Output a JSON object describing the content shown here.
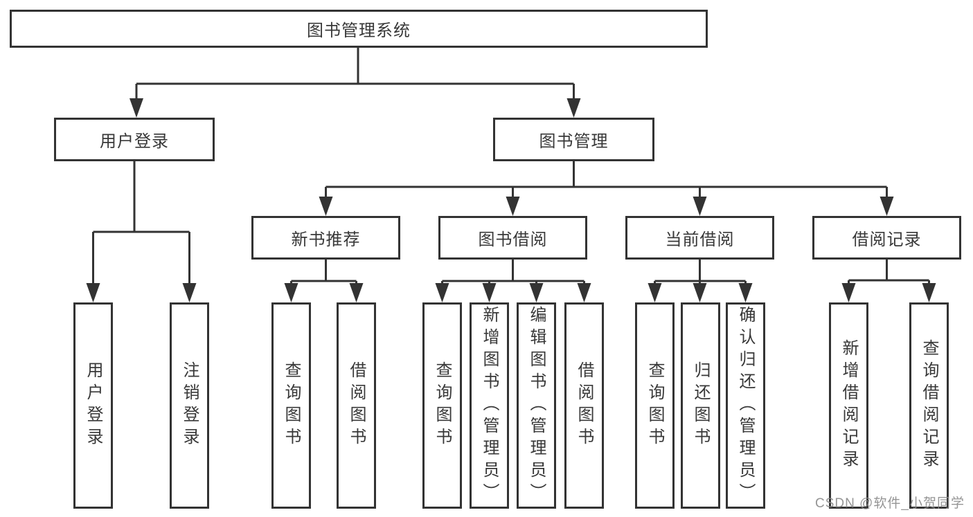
{
  "page": {
    "background_color": "#ffffff",
    "line_color": "#333333",
    "watermark": {
      "text": "CSDN @软件_小贺同学",
      "color": "#8a8a8a"
    }
  },
  "diagram": {
    "root": {
      "label": "图书管理系统"
    },
    "level2": [
      {
        "label": "用户登录"
      },
      {
        "label": "图书管理"
      }
    ],
    "level3": [
      {
        "label": "新书推荐"
      },
      {
        "label": "图书借阅"
      },
      {
        "label": "当前借阅"
      },
      {
        "label": "借阅记录"
      }
    ],
    "leaves": {
      "user_login": [
        "用户登录",
        "注销登录"
      ],
      "new_book": [
        "查询图书",
        "借阅图书"
      ],
      "book_borrow": [
        "查询图书",
        "新增图书（管理员）",
        "编辑图书（管理员）",
        "借阅图书"
      ],
      "current_borrow": [
        "查询图书",
        "归还图书",
        "确认归还（管理员）"
      ],
      "borrow_record": [
        "新增借阅记录",
        "查询借阅记录"
      ]
    }
  }
}
